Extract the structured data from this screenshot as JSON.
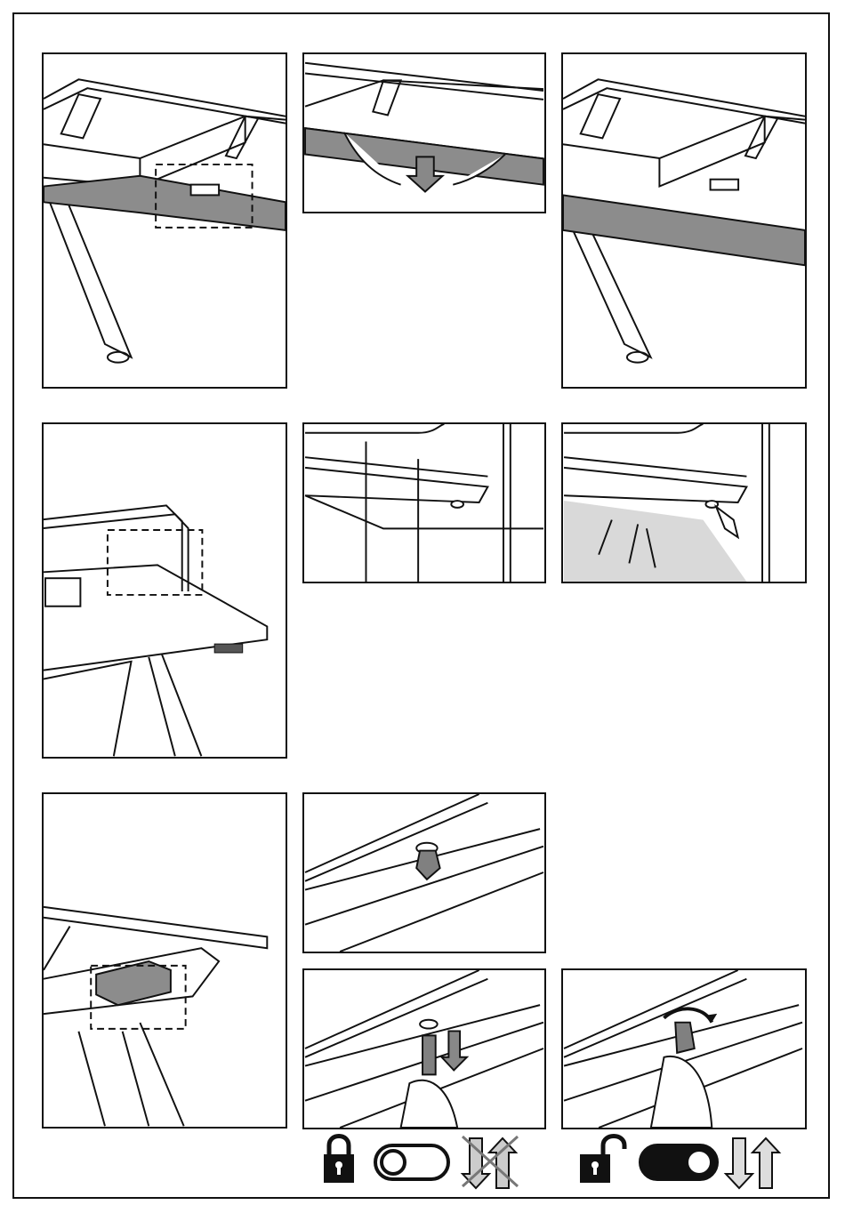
{
  "document": {
    "type": "assembly-instruction-sheet",
    "sections": [
      {
        "id": "step-a",
        "panels": [
          "panel-a1",
          "panel-a2",
          "panel-a3"
        ]
      },
      {
        "id": "step-b",
        "panels": [
          "panel-b1",
          "panel-b2",
          "panel-b3"
        ]
      },
      {
        "id": "step-c",
        "panels": [
          "panel-c1",
          "panel-c2",
          "panel-c3",
          "panel-c4"
        ]
      }
    ]
  },
  "legend": {
    "locked": {
      "lock_icon": "padlock-closed-icon",
      "switch_icon": "toggle-off-icon",
      "motion_icon": "up-down-arrows-crossed-icon",
      "switch_state": "off"
    },
    "unlocked": {
      "lock_icon": "padlock-open-icon",
      "switch_icon": "toggle-on-icon",
      "motion_icon": "up-down-arrows-icon",
      "switch_state": "on"
    }
  },
  "colors": {
    "line": "#111111",
    "panel_fill": "#8c8c8c",
    "light_fill": "#d9d9d9",
    "key_fill": "#808080"
  }
}
